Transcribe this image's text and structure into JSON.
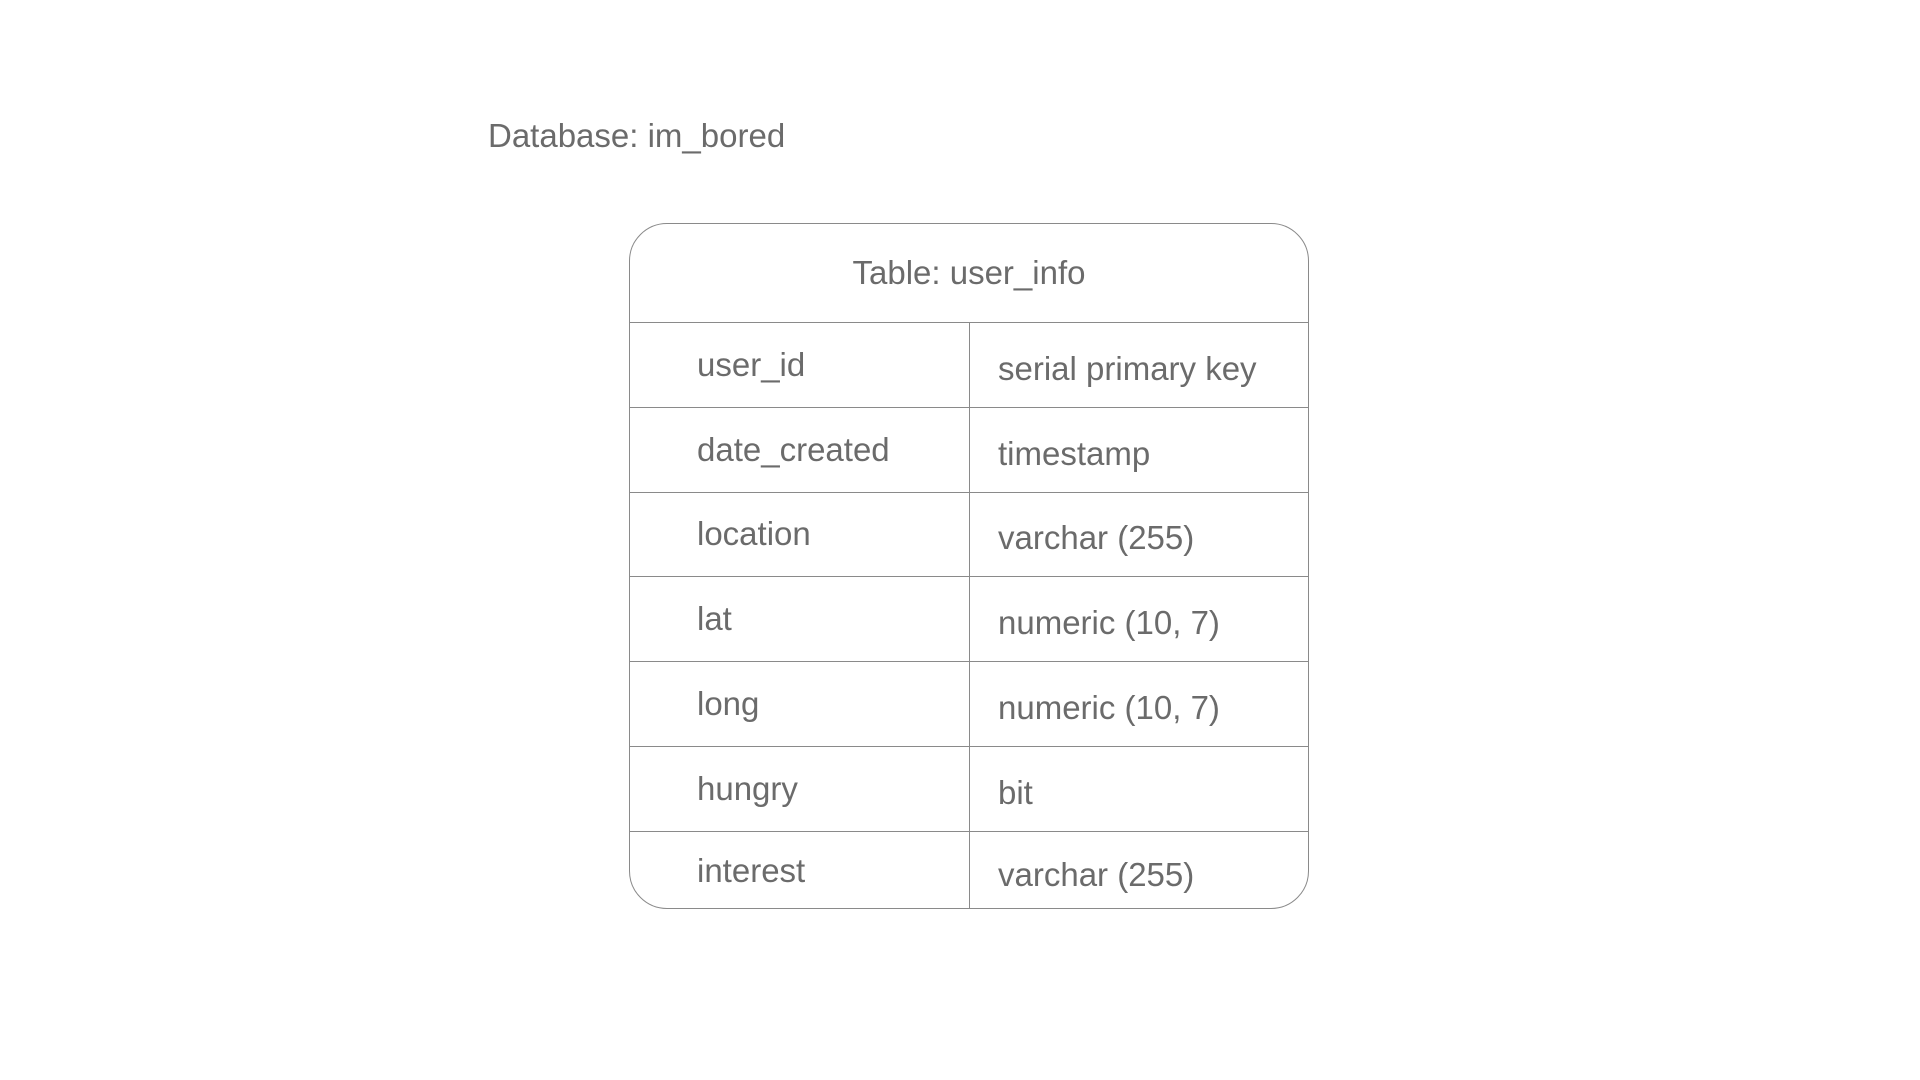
{
  "database": {
    "title": "Database: im_bored"
  },
  "table": {
    "title": "Table: user_info",
    "columns": [
      {
        "name": "user_id",
        "type": "serial primary key"
      },
      {
        "name": "date_created",
        "type": "timestamp"
      },
      {
        "name": "location",
        "type": "varchar (255)"
      },
      {
        "name": "lat",
        "type": "numeric (10, 7)"
      },
      {
        "name": "long",
        "type": "numeric (10, 7)"
      },
      {
        "name": "hungry",
        "type": "bit"
      },
      {
        "name": "interest",
        "type": "varchar (255)"
      }
    ]
  },
  "colors": {
    "text": "#6b6b6b",
    "border": "#8a8a8a",
    "background": "#ffffff"
  }
}
